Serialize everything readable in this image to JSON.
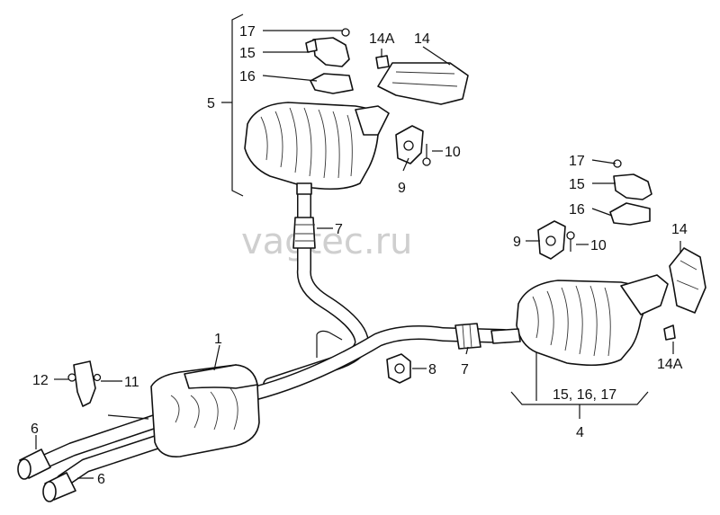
{
  "watermark": "vagtec.ru",
  "callouts": {
    "c1": "1",
    "c4": "4",
    "c5": "5",
    "c6a": "6",
    "c6b": "6",
    "c7a": "7",
    "c7b": "7",
    "c8": "8",
    "c9a": "9",
    "c9b": "9",
    "c10a": "10",
    "c10b": "10",
    "c11": "11",
    "c12": "12",
    "c14a": "14",
    "c14b": "14",
    "c14Aa": "14A",
    "c14Ab": "14A",
    "c15a": "15",
    "c15b": "15",
    "c16a": "16",
    "c16b": "16",
    "c17a": "17",
    "c17b": "17",
    "c_group": "15, 16, 17"
  },
  "colors": {
    "line": "#111111",
    "watermark": "#cfcfcf",
    "background": "#ffffff"
  }
}
